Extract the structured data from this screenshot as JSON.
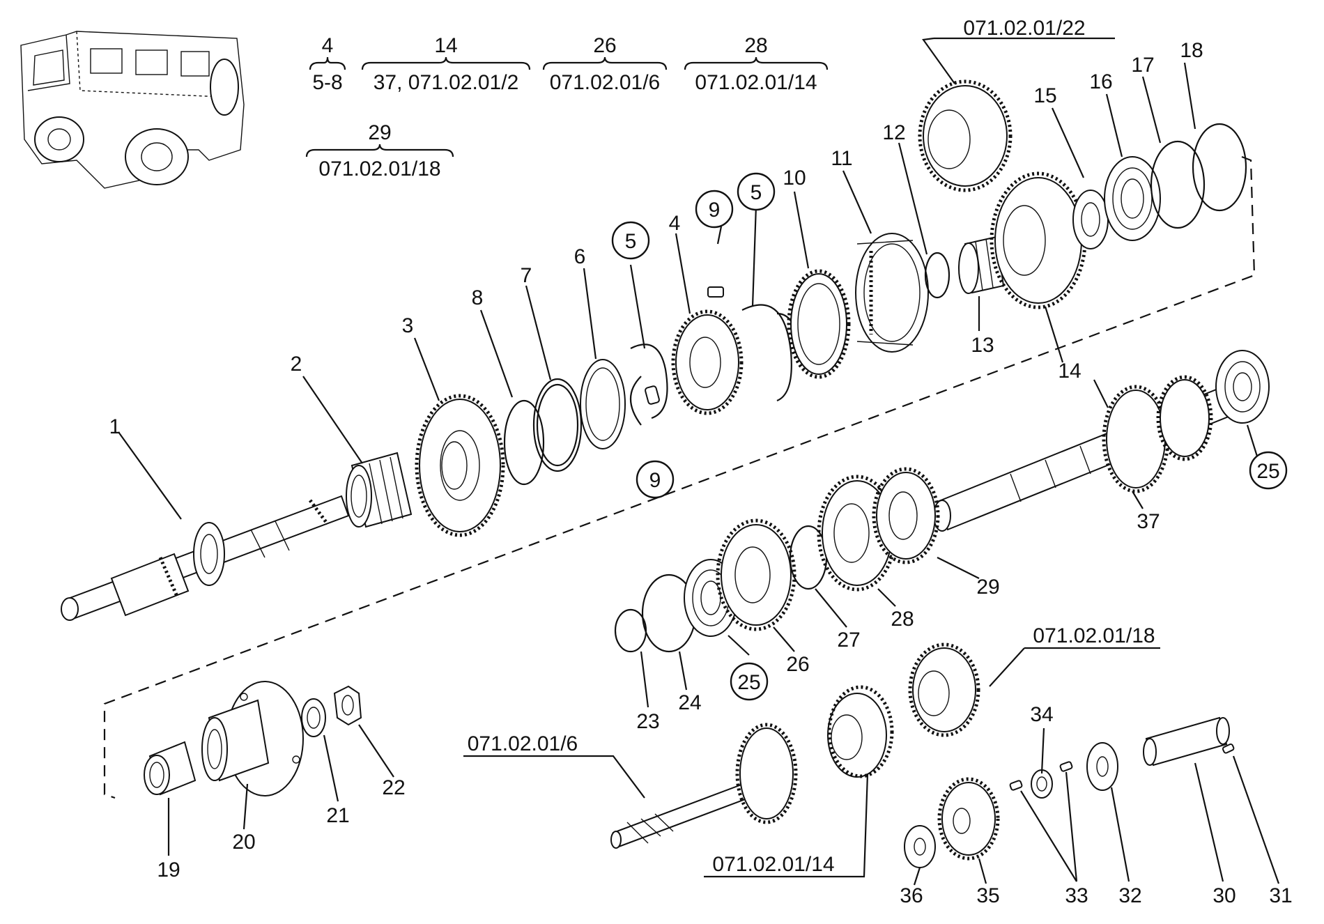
{
  "header_groups": [
    {
      "top": "4",
      "bottom": "5-8"
    },
    {
      "top": "14",
      "bottom": "37, 071.02.01/2"
    },
    {
      "top": "26",
      "bottom": "071.02.01/6"
    },
    {
      "top": "28",
      "bottom": "071.02.01/14"
    },
    {
      "top": "29",
      "bottom": "071.02.01/18"
    }
  ],
  "ref_labels": {
    "ref_22": "071.02.01/22",
    "ref_18": "071.02.01/18",
    "ref_6": "071.02.01/6",
    "ref_14": "071.02.01/14"
  },
  "callouts": {
    "c1": "1",
    "c2": "2",
    "c3": "3",
    "c4": "4",
    "c5a": "5",
    "c5b": "5",
    "c6": "6",
    "c7": "7",
    "c8": "8",
    "c9a": "9",
    "c9b": "9",
    "c10": "10",
    "c11": "11",
    "c12": "12",
    "c13": "13",
    "c14a": "14",
    "c14b": "14",
    "c15": "15",
    "c16": "16",
    "c17": "17",
    "c18": "18",
    "c19": "19",
    "c20": "20",
    "c21": "21",
    "c22": "22",
    "c23": "23",
    "c24": "24",
    "c25a": "25",
    "c25b": "25",
    "c26": "26",
    "c27": "27",
    "c28": "28",
    "c29": "29",
    "c30": "30",
    "c31": "31",
    "c32": "32",
    "c33": "33",
    "c34": "34",
    "c35": "35",
    "c36": "36",
    "c37": "37"
  }
}
